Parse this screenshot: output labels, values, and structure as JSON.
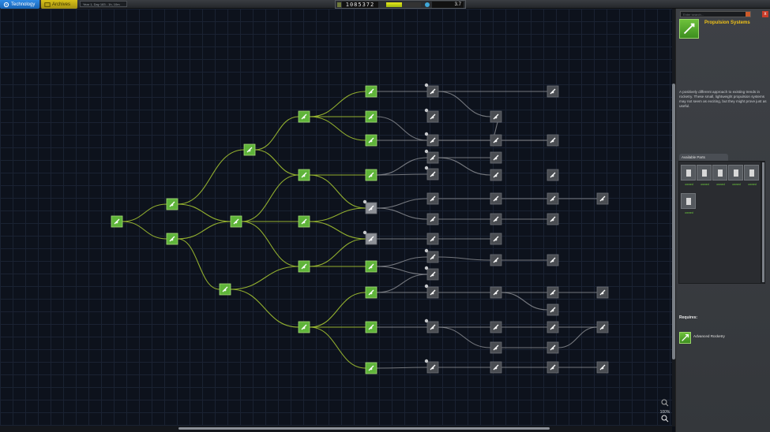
{
  "topbar": {
    "tab_technology": "Technology",
    "tab_archives": "Archives",
    "date": "Year 1, Day 183 - 1h, 10m",
    "funds": "1085372",
    "reputation_fraction": 0.45,
    "science": "3.7"
  },
  "tree": {
    "researched_color": "#5fb43a",
    "locked_color": "#4a4d52",
    "line_researched": "#9ab82f",
    "line_locked": "#8e9196"
  },
  "zoom_label": "100%",
  "panel": {
    "search_placeholder": "Enter search...",
    "close_label": "x",
    "selected_title": "Propulsion Systems",
    "description": "A positively different approach to existing trends in rocketry. These small, lightweight propulsion systems may not seem as exciting, but they might prove just as useful.",
    "parts_tab": "Available Parts",
    "parts": [
      {
        "icon": "tank-part-icon",
        "cost": "owned"
      },
      {
        "icon": "engine-part-icon",
        "cost": "owned"
      },
      {
        "icon": "booster-part-icon",
        "cost": "owned"
      },
      {
        "icon": "rcs-tank-part-icon",
        "cost": "owned"
      },
      {
        "icon": "pod-part-icon",
        "cost": "owned"
      },
      {
        "icon": "sphere-part-icon",
        "cost": "owned"
      }
    ],
    "requires_label": "Requires:",
    "requires_name": "Advanced Rocketry"
  }
}
